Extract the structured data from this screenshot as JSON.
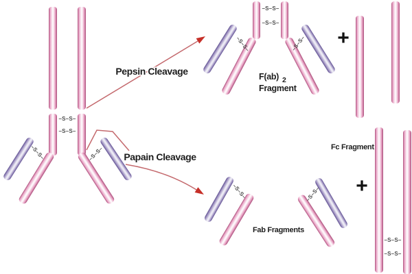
{
  "figure": {
    "background": "#ffffff",
    "labels": {
      "pepsin": "Pepsin Cleavage",
      "papain": "Papain Cleavage",
      "fab2_name": "F(ab)",
      "fab2_subscript": "2",
      "fab2_word": "Fragment",
      "fab_fragments": "Fab Fragments",
      "fc_fragment": "Fc Fragment",
      "plus_top": "+",
      "plus_bottom": "+"
    },
    "bond_label": "–S–S–",
    "colors": {
      "background": "#ffffff",
      "heavy_chain_dark": "#a84c78",
      "heavy_chain_mid": "#e79fc2",
      "heavy_chain_light": "#fdf7fa",
      "light_chain_dark": "#5f5190",
      "light_chain_mid": "#9d8fc0",
      "light_chain_light": "#eceaf4",
      "cleavage_line": "#c4696d",
      "arrowhead": "#c62f28",
      "bond_text": "#4d4d4d",
      "label_text": "#1d1d1d"
    }
  }
}
